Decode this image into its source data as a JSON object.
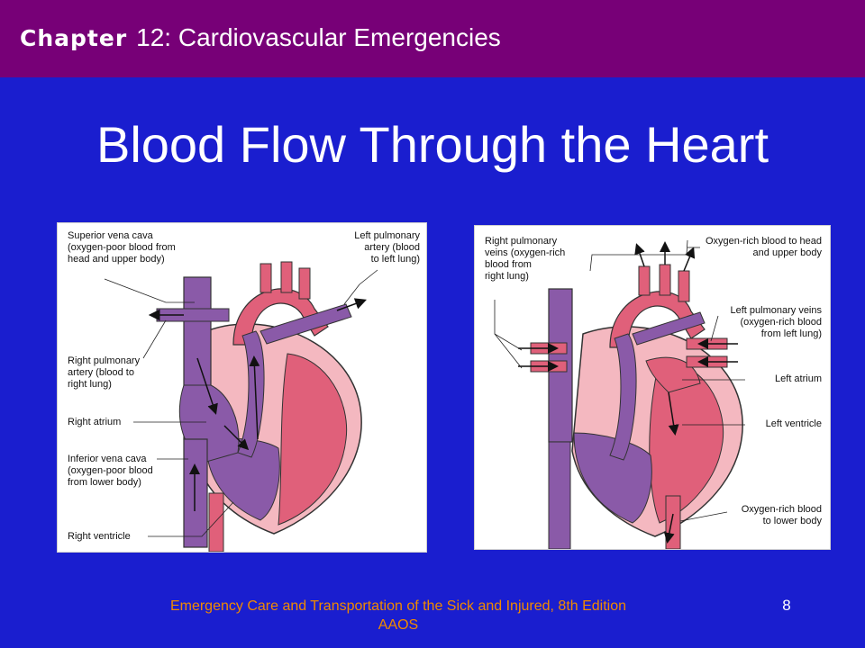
{
  "header": {
    "chapter_word": "Chapter",
    "chapter_title": "12: Cardiovascular  Emergencies"
  },
  "slide": {
    "title": "Blood Flow Through the Heart",
    "page_number": "8"
  },
  "footer": {
    "line1": "Emergency Care and Transportation of the Sick and Injured, 8th Edition",
    "line2": "AAOS"
  },
  "left_diagram": {
    "labels": {
      "superior_vena_cava": "Superior vena cava\n(oxygen-poor blood from\nhead and upper body)",
      "left_pulmonary_artery": "Left pulmonary\nartery (blood\nto left lung)",
      "right_pulmonary_artery": "Right pulmonary\nartery (blood to\nright lung)",
      "right_atrium": "Right atrium",
      "inferior_vena_cava": "Inferior vena cava\n(oxygen-poor blood\nfrom lower body)",
      "right_ventricle": "Right ventricle"
    }
  },
  "right_diagram": {
    "labels": {
      "right_pulmonary_veins": "Right pulmonary\nveins (oxygen-rich\nblood from\nright lung)",
      "oxygen_rich_head": "Oxygen-rich blood to head\nand upper body",
      "left_pulmonary_veins": "Left pulmonary veins\n(oxygen-rich blood\nfrom left lung)",
      "left_atrium": "Left atrium",
      "left_ventricle": "Left ventricle",
      "oxygen_rich_lower": "Oxygen-rich blood\nto lower body"
    }
  },
  "colors": {
    "header_bg": "#770077",
    "slide_bg": "#1a1ecf",
    "footer_text": "#f08a00",
    "heart_red": "#e0607a",
    "heart_pink": "#f4b8c0",
    "heart_purple": "#8a5aa8"
  }
}
